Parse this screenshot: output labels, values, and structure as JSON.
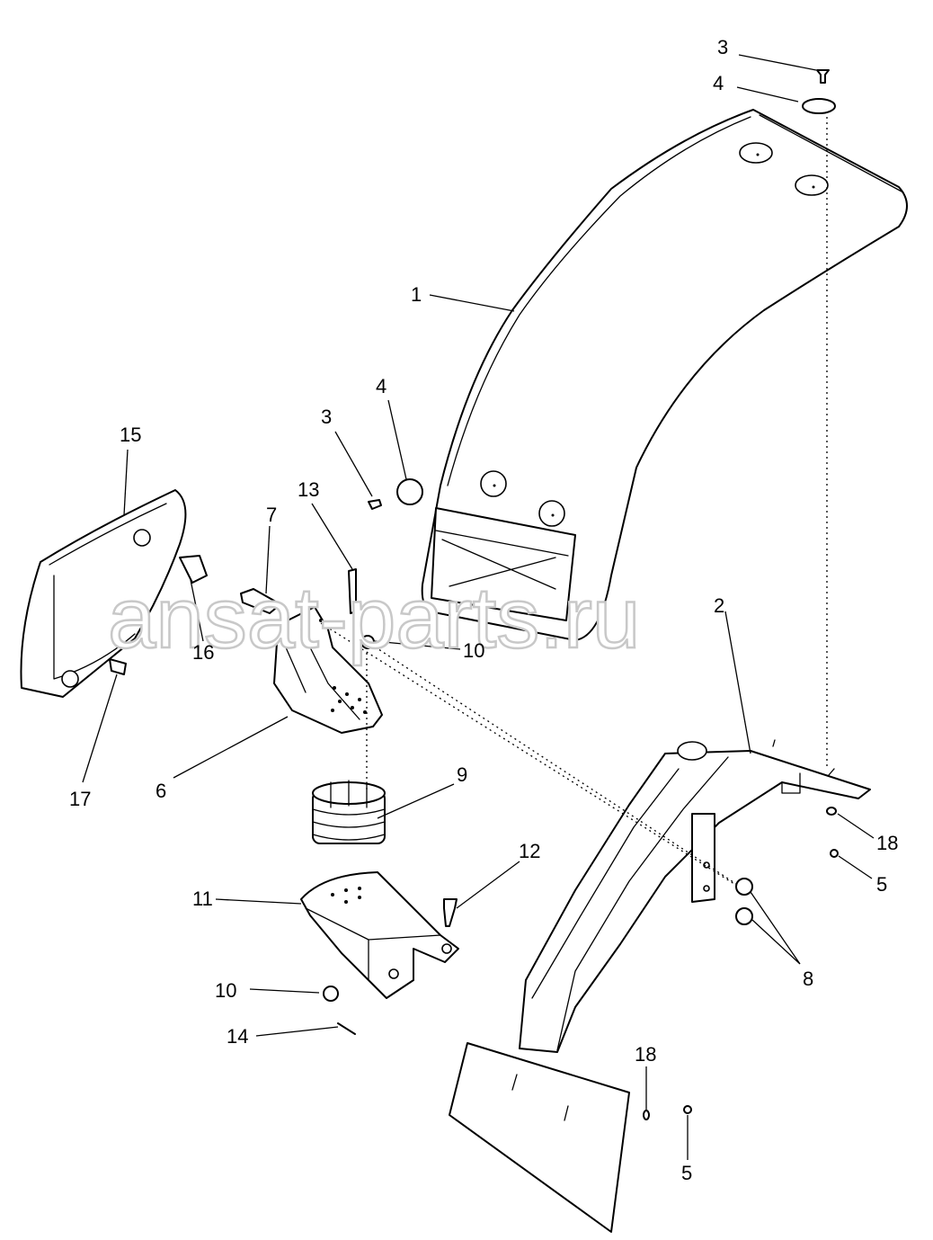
{
  "callouts": {
    "c1": "1",
    "c2": "2",
    "c3_top": "3",
    "c3_mid": "3",
    "c4_top": "4",
    "c4_mid": "4",
    "c5_right": "5",
    "c5_bottom": "5",
    "c6": "6",
    "c7": "7",
    "c8": "8",
    "c9": "9",
    "c10_upper": "10",
    "c10_lower": "10",
    "c11": "11",
    "c12": "12",
    "c13": "13",
    "c14": "14",
    "c15": "15",
    "c16": "16",
    "c17": "17",
    "c18_right": "18",
    "c18_bottom": "18"
  },
  "watermark": "ansat-parts.ru",
  "colors": {
    "ink": "#000000",
    "paper": "#ffffff",
    "watermark": "#c8c8c8"
  }
}
